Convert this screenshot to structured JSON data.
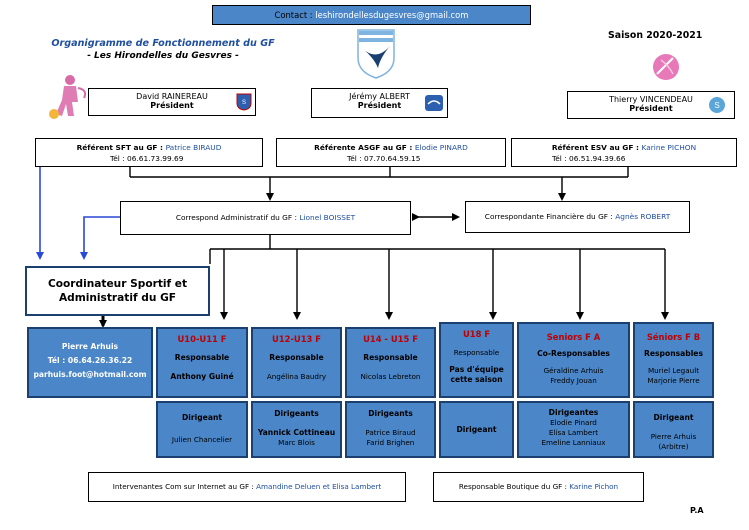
{
  "contact": {
    "label": "Contact : ",
    "value": "leshirondellesdugesvres@gmail.com"
  },
  "title": {
    "line1": "Organigramme de Fonctionnement du GF",
    "line2": "- Les Hirondelles du Gesvres -"
  },
  "season": "Saison 2020-2021",
  "presidents": [
    {
      "name": "David RAINEREAU",
      "role": "Président"
    },
    {
      "name": "Jérémy ALBERT",
      "role": "Président"
    },
    {
      "name": "Thierry VINCENDEAU",
      "role": "Président"
    }
  ],
  "referents": [
    {
      "label": "Référent SFT au GF : ",
      "name": "Patrice BIRAUD",
      "tel": "Tél : 06.61.73.99.69"
    },
    {
      "label": "Référente ASGF au GF : ",
      "name": "Elodie PINARD",
      "tel": "Tél : 07.70.64.59.15"
    },
    {
      "label": "Référent ESV au GF : ",
      "name": "Karine PICHON",
      "tel": "Tél : 06.51.94.39.66"
    }
  ],
  "admin": {
    "label": "Correspond Administratif du GF : ",
    "name": "Lionel BOISSET"
  },
  "finance": {
    "label": "Correspondante Financière du GF : ",
    "name": "Agnès ROBERT"
  },
  "coordinator": {
    "title_line1": "Coordinateur Sportif et",
    "title_line2": "Administratif du GF",
    "name": "Pierre Arhuis",
    "tel": "Tél : 06.64.26.36.22",
    "email": "parhuis.foot@hotmail.com"
  },
  "teams": [
    {
      "title": "U10-U11 F",
      "role": "Responsable",
      "people": [
        "Anthony Guiné"
      ],
      "dir_role": "Dirigeant",
      "dir_people": [
        "Julien Chancelier"
      ]
    },
    {
      "title": "U12-U13 F",
      "role": "Responsable",
      "people": [
        "Angélina Baudry"
      ],
      "dir_role": "Dirigeants",
      "dir_people": [
        "Yannick Cottineau",
        "Marc Blois"
      ]
    },
    {
      "title": "U14 - U15 F",
      "role": "Responsable",
      "people": [
        "Nicolas Lebreton"
      ],
      "dir_role": "Dirigeants",
      "dir_people": [
        "Patrice Biraud",
        "Farid Brighen"
      ]
    },
    {
      "title": "U18 F",
      "role": "Responsable",
      "people": [
        "Pas d'équipe",
        "cette saison"
      ],
      "dir_role": "Dirigeant",
      "dir_people": []
    },
    {
      "title": "Seniors F A",
      "role": "Co-Responsables",
      "people": [
        "Géraldine Arhuis",
        "Freddy Jouan"
      ],
      "dir_role": "Dirigeantes",
      "dir_people": [
        "Elodie Pinard",
        "Elisa Lambert",
        "Emeline Lanniaux"
      ]
    },
    {
      "title": "Séniors  F B",
      "role": "Responsables",
      "people": [
        "Muriel Legault",
        "Marjorie Pierre"
      ],
      "dir_role": "Dirigeant",
      "dir_people": [
        "Pierre Arhuis",
        "(Arbitre)"
      ]
    }
  ],
  "internet": {
    "label": "Intervenantes Com sur Internet au GF : ",
    "name": "Amandine Deluen et Elisa  Lambert"
  },
  "shop": {
    "label": "Responsable Boutique du GF : ",
    "name": "Karine Pichon"
  },
  "signature": "P.A",
  "colors": {
    "box_blue": "#4a86c8",
    "box_border": "#1b3f6e",
    "title_blue": "#1f4fa0",
    "team_red": "#c00000",
    "arrow_blue": "#2a49d6"
  }
}
